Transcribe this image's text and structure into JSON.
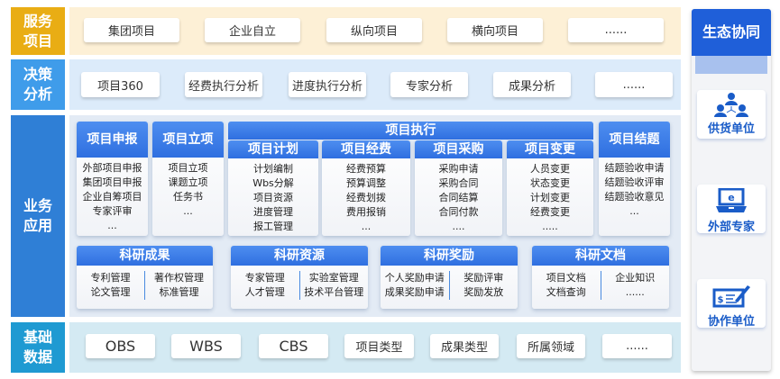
{
  "rows": {
    "service": {
      "label": [
        "服务",
        "项目"
      ],
      "items": [
        "集团项目",
        "企业自立",
        "纵向项目",
        "横向项目",
        "......"
      ]
    },
    "decision": {
      "label": [
        "决策",
        "分析"
      ],
      "items": [
        "项目360",
        "经费执行分析",
        "进度执行分析",
        "专家分析",
        "成果分析",
        "......"
      ]
    },
    "business": {
      "label": [
        "业务",
        "应用"
      ]
    },
    "basic": {
      "label": [
        "基础",
        "数据"
      ],
      "items": [
        "OBS",
        "WBS",
        "CBS",
        "项目类型",
        "成果类型",
        "所属领域",
        "......"
      ]
    }
  },
  "business": {
    "declare": {
      "title": "项目申报",
      "items": [
        "外部项目申报",
        "集团项目申报",
        "企业自筹项目",
        "专家评审",
        "..."
      ]
    },
    "approve": {
      "title": "项目立项",
      "items": [
        "项目立项",
        "课题立项",
        "任务书",
        "..."
      ]
    },
    "execute": {
      "title": "项目执行",
      "subs": [
        {
          "title": "项目计划",
          "items": [
            "计划编制",
            "Wbs分解",
            "项目资源",
            "进度管理",
            "报工管理"
          ]
        },
        {
          "title": "项目经费",
          "items": [
            "经费预算",
            "预算调整",
            "经费划拨",
            "费用报销",
            "..."
          ]
        },
        {
          "title": "项目采购",
          "items": [
            "采购申请",
            "采购合同",
            "合同结算",
            "合同付款",
            "...."
          ]
        },
        {
          "title": "项目变更",
          "items": [
            "人员变更",
            "状态变更",
            "计划变更",
            "经费变更",
            "....."
          ]
        }
      ]
    },
    "close": {
      "title": "项目结题",
      "items": [
        "结题验收申请",
        "结题验收评审",
        "结题验收意见",
        "..."
      ]
    },
    "research": [
      {
        "title": "科研成果",
        "left": [
          "专利管理",
          "论文管理"
        ],
        "right": [
          "著作权管理",
          "标准管理"
        ]
      },
      {
        "title": "科研资源",
        "left": [
          "专家管理",
          "人才管理"
        ],
        "right": [
          "实验室管理",
          "技术平台管理"
        ]
      },
      {
        "title": "科研奖励",
        "left": [
          "个人奖励申请",
          "成果奖励申请"
        ],
        "right": [
          "奖励评审",
          "奖励发放"
        ]
      },
      {
        "title": "科研文档",
        "left": [
          "项目文档",
          "文档查询"
        ],
        "right": [
          "企业知识",
          "......"
        ]
      }
    ]
  },
  "ecosystem": {
    "title": "生态协同",
    "items": [
      {
        "label": "供货单位",
        "icon": "users-network-icon"
      },
      {
        "label": "外部专家",
        "icon": "laptop-icon"
      },
      {
        "label": "协作单位",
        "icon": "check-sign-icon"
      }
    ]
  },
  "colors": {
    "service": "#e9ad14",
    "decision": "#3f9cea",
    "business": "#2f7fd6",
    "basic": "#1f9ad2",
    "accent": "#2f6fe0"
  }
}
